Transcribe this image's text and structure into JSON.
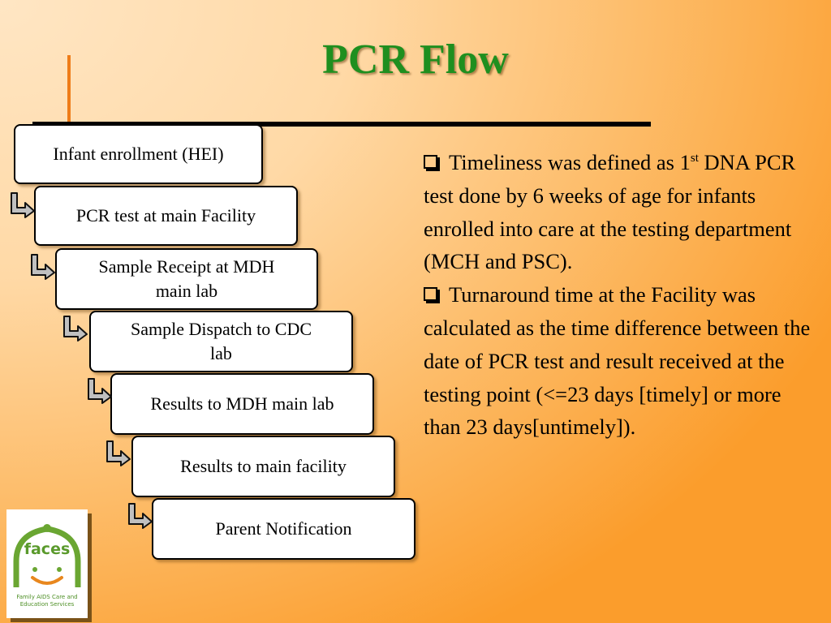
{
  "title": "PCR Flow",
  "flow": {
    "steps": [
      {
        "line1": "Infant enrollment (HEI)",
        "line2": ""
      },
      {
        "line1": "PCR test at main Facility",
        "line2": ""
      },
      {
        "line1": "Sample Receipt at MDH",
        "line2": "main lab"
      },
      {
        "line1": "Sample Dispatch to CDC",
        "line2": "lab"
      },
      {
        "line1": "Results to MDH main lab",
        "line2": ""
      },
      {
        "line1": "Results to main facility",
        "line2": ""
      },
      {
        "line1": "Parent Notification",
        "line2": ""
      }
    ]
  },
  "bullets": [
    {
      "pre": "Timeliness was defined as 1",
      "sup": "st",
      "post": " DNA PCR test done by 6 weeks of age for infants enrolled into care at the testing department (MCH and PSC)."
    },
    {
      "pre": "Turnaround time at the Facility was calculated as the time difference between the date of PCR test and result received at the testing point (<=23 days [timely] or more than 23 days[untimely]).",
      "sup": "",
      "post": ""
    }
  ],
  "logo": {
    "word": "faces",
    "caption_line1": "Family AIDS Care and",
    "caption_line2": "Education Services"
  },
  "colors": {
    "title": "#1f8f1f",
    "accent_orange": "#ef7c18",
    "arrow_fill": "#c0c0c0",
    "logo_green": "#5a9a2c"
  }
}
